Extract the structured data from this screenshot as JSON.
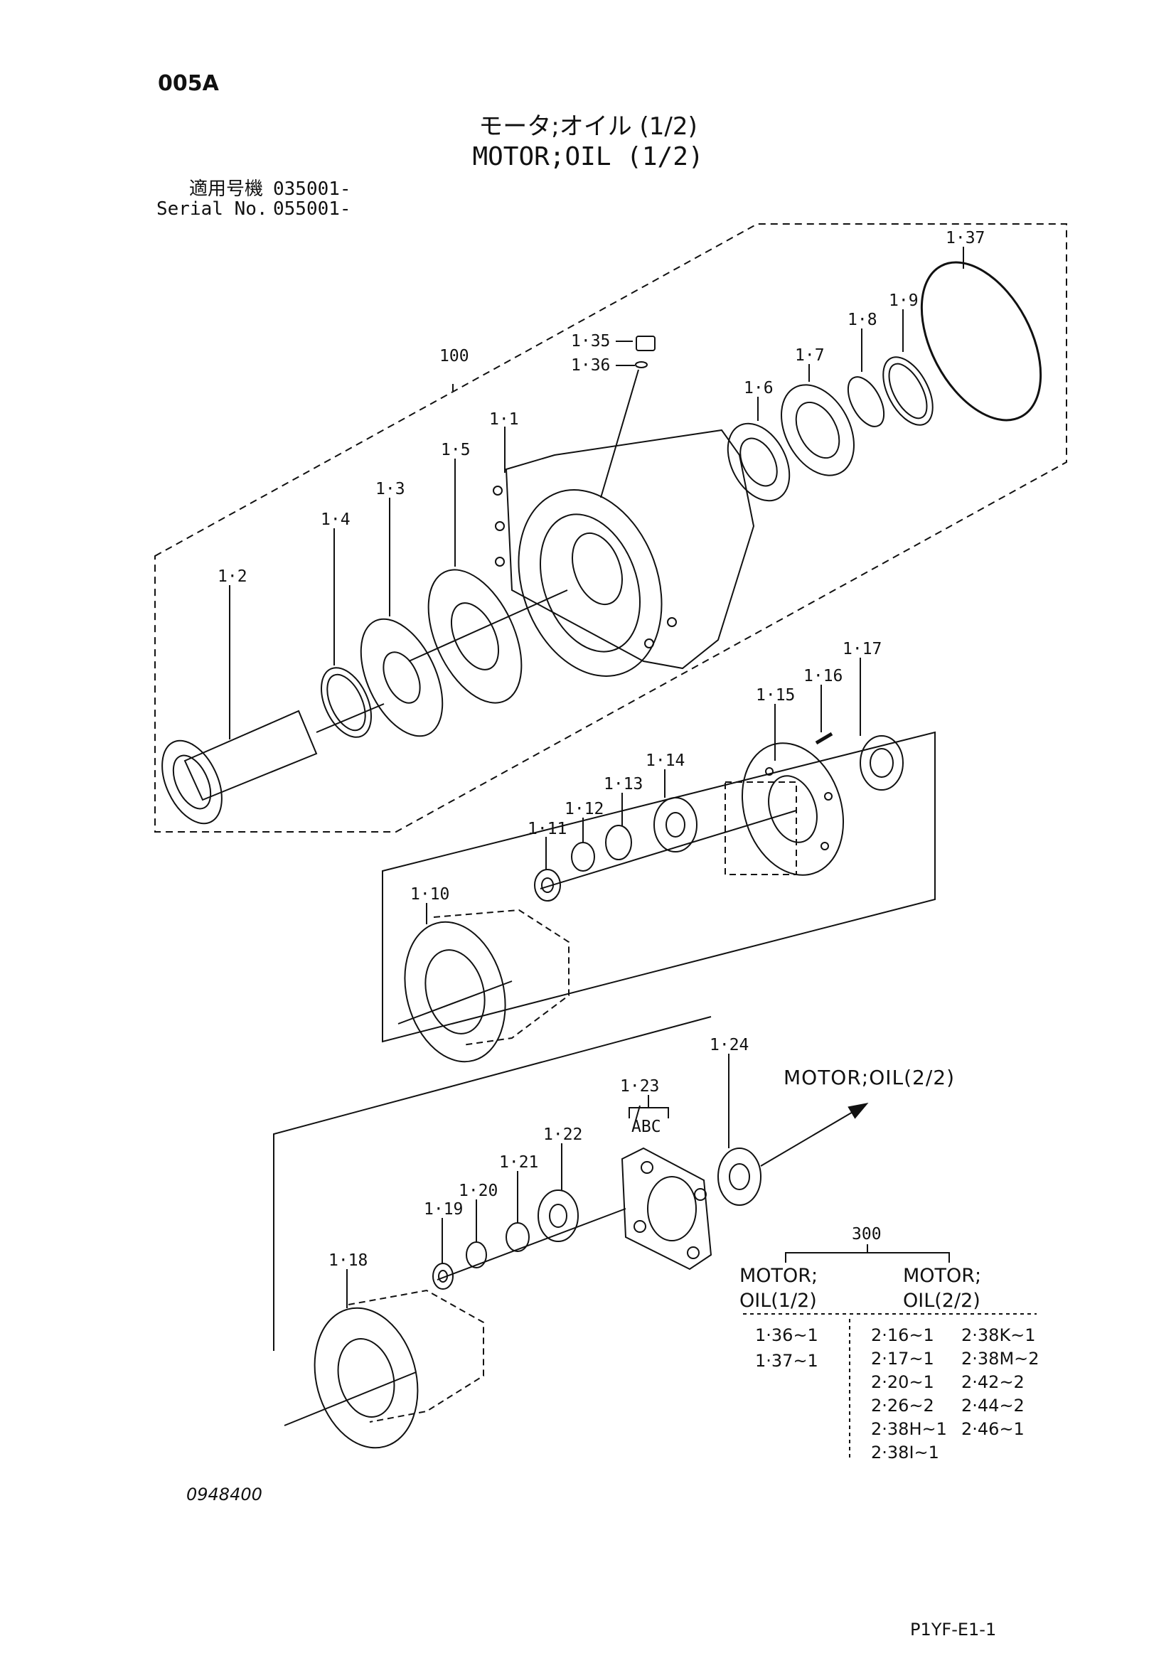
{
  "header": {
    "page_id": "005A",
    "title_jp": "モータ;オイル (1/2)",
    "title_en": "MOTOR;OIL (1/2)",
    "serial": [
      {
        "label": "適用号機",
        "value": "035001-"
      },
      {
        "label": "Serial No.",
        "value": "055001-"
      }
    ]
  },
  "callouts": {
    "c100": "100",
    "c1_1": "1·1",
    "c1_2": "1·2",
    "c1_3": "1·3",
    "c1_4": "1·4",
    "c1_5": "1·5",
    "c1_6": "1·6",
    "c1_7": "1·7",
    "c1_8": "1·8",
    "c1_9": "1·9",
    "c1_10": "1·10",
    "c1_11": "1·11",
    "c1_12": "1·12",
    "c1_13": "1·13",
    "c1_14": "1·14",
    "c1_15": "1·15",
    "c1_16": "1·16",
    "c1_17": "1·17",
    "c1_18": "1·18",
    "c1_19": "1·19",
    "c1_20": "1·20",
    "c1_21": "1·21",
    "c1_22": "1·22",
    "c1_23": "1·23",
    "c1_23_abc": "ABC",
    "c1_24": "1·24",
    "c1_35": "1·35",
    "c1_36": "1·36",
    "c1_37": "1·37"
  },
  "continuation": "MOTOR;OIL(2/2)",
  "kit": {
    "number": "300",
    "left_title_1": "MOTOR;",
    "left_title_2": "OIL(1/2)",
    "right_title_1": "MOTOR;",
    "right_title_2": "OIL(2/2)",
    "left_items": [
      "1·36~1",
      "1·37~1"
    ],
    "right_col1": [
      "2·16~1",
      "2·17~1",
      "2·20~1",
      "2·26~2",
      "2·38H~1",
      "2·38I~1"
    ],
    "right_col2": [
      "2·38K~1",
      "2·38M~2",
      "2·42~2",
      "2·44~2",
      "2·46~1"
    ]
  },
  "footer": {
    "drawing_no": "0948400",
    "page_code": "P1YF-E1-1"
  }
}
